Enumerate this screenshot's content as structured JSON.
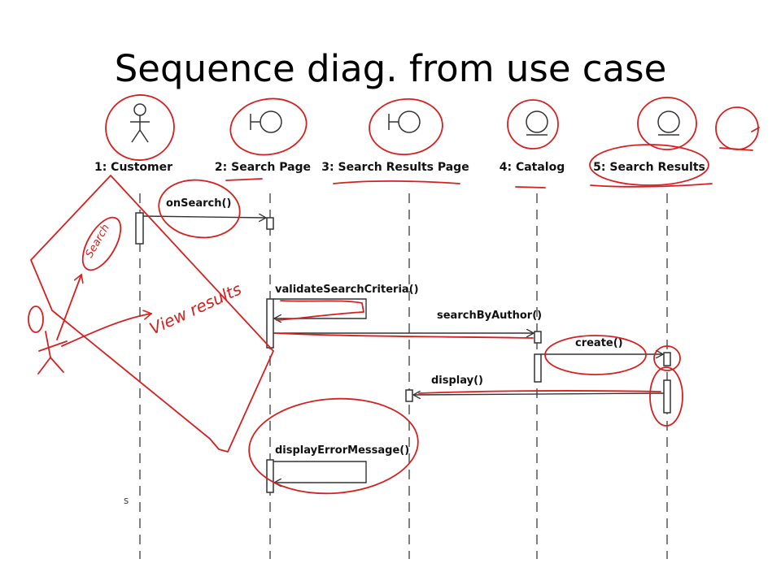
{
  "slide": {
    "title": "Sequence diag. from use case"
  },
  "objects": [
    {
      "label": "1: Customer",
      "kind": "actor"
    },
    {
      "label": "2: Search Page",
      "kind": "boundary"
    },
    {
      "label": "3: Search Results Page",
      "kind": "boundary"
    },
    {
      "label": "4: Catalog",
      "kind": "entity"
    },
    {
      "label": "5: Search Results",
      "kind": "entity"
    }
  ],
  "messages": [
    {
      "label": "onSearch()",
      "from": "1: Customer",
      "to": "2: Search Page"
    },
    {
      "label": "validateSearchCriteria()",
      "from": "2: Search Page",
      "to": "2: Search Page"
    },
    {
      "label": "searchByAuthor()",
      "from": "2: Search Page",
      "to": "4: Catalog"
    },
    {
      "label": "create()",
      "from": "4: Catalog",
      "to": "5: Search Results"
    },
    {
      "label": "display()",
      "from": "5: Search Results",
      "to": "3: Search Results Page"
    },
    {
      "label": "displayErrorMessage()",
      "from": "2: Search Page",
      "to": "2: Search Page"
    }
  ],
  "annotations": {
    "handwritten_1": "Search",
    "handwritten_2": "View results",
    "color": "#d62020"
  }
}
